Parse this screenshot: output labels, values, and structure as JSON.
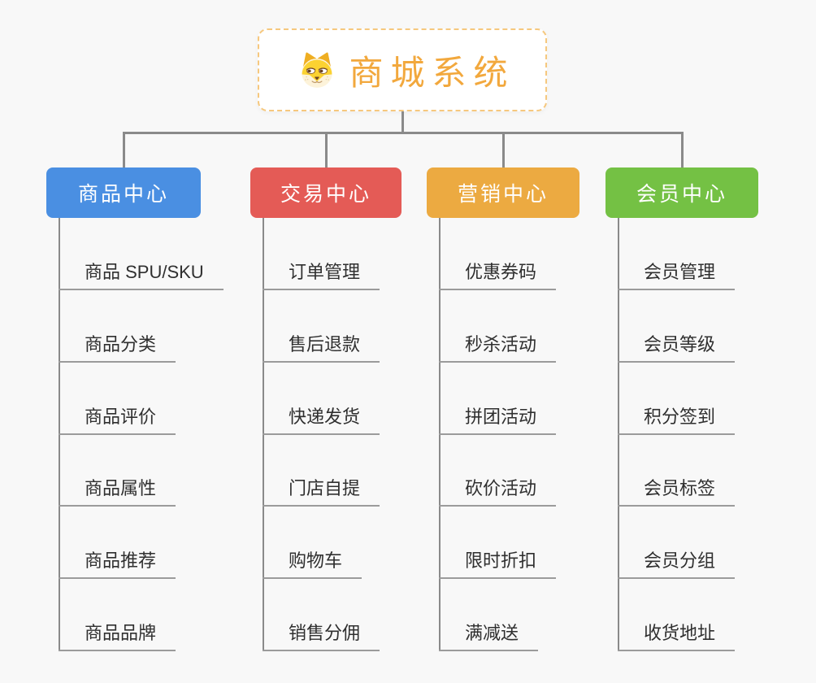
{
  "root": {
    "title": "商城系统",
    "icon": "shiba-dog-icon"
  },
  "branches": [
    {
      "id": "product-center",
      "label": "商品中心",
      "color": "#4a8fe2",
      "items": [
        "商品 SPU/SKU",
        "商品分类",
        "商品评价",
        "商品属性",
        "商品推荐",
        "商品品牌"
      ]
    },
    {
      "id": "trade-center",
      "label": "交易中心",
      "color": "#e45b56",
      "items": [
        "订单管理",
        "售后退款",
        "快递发货",
        "门店自提",
        "购物车",
        "销售分佣"
      ]
    },
    {
      "id": "marketing-center",
      "label": "营销中心",
      "color": "#ecaa41",
      "items": [
        "优惠券码",
        "秒杀活动",
        "拼团活动",
        "砍价活动",
        "限时折扣",
        "满减送"
      ]
    },
    {
      "id": "member-center",
      "label": "会员中心",
      "color": "#74c144",
      "items": [
        "会员管理",
        "会员等级",
        "积分签到",
        "会员标签",
        "会员分组",
        "收货地址"
      ]
    }
  ],
  "colors": {
    "background": "#f8f8f8",
    "connector": "#8a8a8a",
    "item_underline": "#9b9b9b",
    "root_text": "#f2a83d",
    "root_border": "#f6c87e",
    "item_text": "#2f2f2f",
    "branch_text": "#ffffff"
  }
}
